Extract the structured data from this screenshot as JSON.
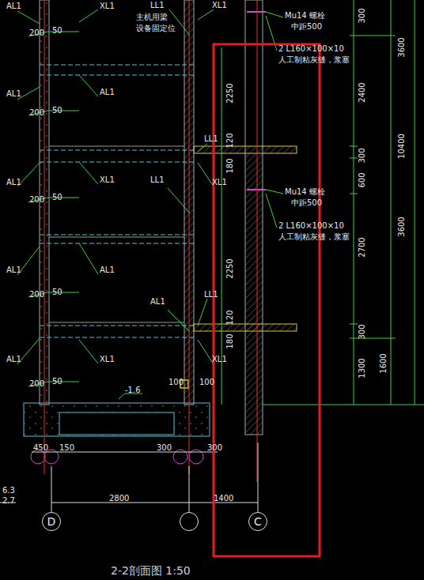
{
  "diagram": {
    "caption": "2-2剖面图 1:50",
    "nodes": [
      {
        "text": [
          "D"
        ]
      },
      {
        "text": [
          "C"
        ]
      }
    ],
    "labels": [
      "AL1",
      "XL1",
      "LL1",
      "主机用梁",
      "设备固定位",
      "XL1",
      "Mu14 螺栓",
      "中距500",
      "2 L160×100×10",
      "人工制粘灰缝，浆塞",
      "200",
      "50",
      "2250",
      "AL1",
      "AL1",
      "200",
      "50",
      "LL1",
      "120",
      "180",
      "AL1",
      "XL1",
      "LL1",
      "XL1",
      "200",
      "50",
      "Mu14 螺栓",
      "中距500",
      "2 L160×100×10",
      "人工制粘灰缝，浆塞",
      "2250",
      "AL1",
      "AL1",
      "200",
      "50",
      "AL1",
      "LL1",
      "120",
      "180",
      "AL1",
      "XL1",
      "XL1",
      "200",
      "50",
      "-1.6",
      "100",
      "100",
      "450",
      "150",
      "300",
      "300",
      "6.3",
      "2.7",
      "2800",
      "1400",
      "300",
      "3600",
      "2400",
      "300",
      "10400",
      "600",
      "3600",
      "2700",
      "300",
      "1300",
      "1600"
    ]
  }
}
